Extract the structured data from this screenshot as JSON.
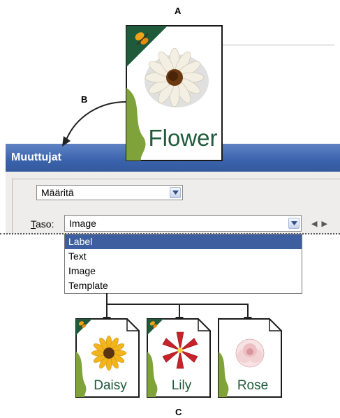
{
  "callouts": {
    "a": "A",
    "b": "B",
    "c": "C"
  },
  "master_card": {
    "caption": "Flower"
  },
  "dialog": {
    "title": "Muuttujat",
    "define_select": "Määritä",
    "layer_label_underlined": "T",
    "layer_label_rest": "aso:",
    "layer_select": "Image",
    "nav_icons": [
      "previous-arrow-icon",
      "next-arrow-icon"
    ]
  },
  "dropdown_list": {
    "options": [
      "Label",
      "Text",
      "Image",
      "Template"
    ],
    "selected": "Label"
  },
  "variant_cards": [
    {
      "caption": "Daisy"
    },
    {
      "caption": "Lily"
    },
    {
      "caption": "Rose"
    }
  ],
  "colors": {
    "title_bar": "#3a63ad",
    "selection": "#3d5f9f",
    "card_green": "#7fa23a",
    "card_dark_green": "#1f5a3a",
    "caption_text": "#2a4f3c"
  }
}
